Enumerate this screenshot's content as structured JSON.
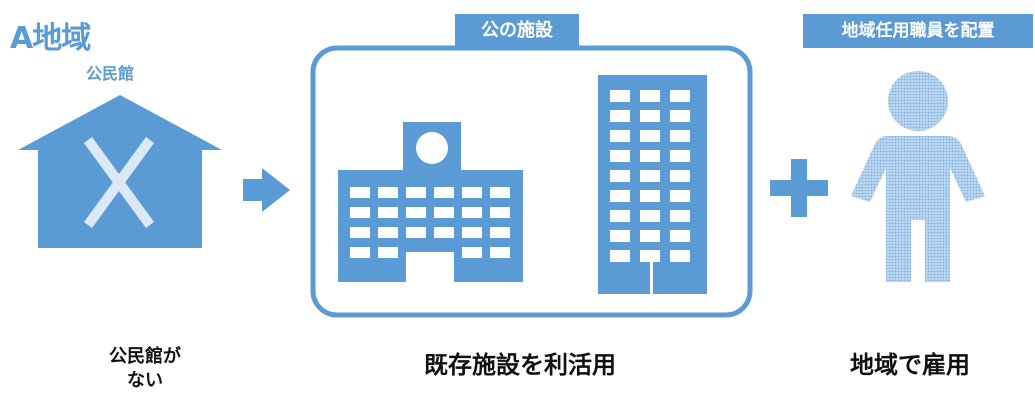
{
  "region": {
    "title": "A地域"
  },
  "house": {
    "label": "公民館"
  },
  "facility": {
    "tag": "公の施設"
  },
  "staff": {
    "tag": "地域任用職員を配置"
  },
  "captions": {
    "left_line1": "公民館が",
    "left_line2": "ない",
    "middle": "既存施設を利活用",
    "right": "地域で雇用"
  },
  "colors": {
    "accent": "#5b9bd5",
    "light": "#a8c8ea",
    "window": "#ffffff"
  },
  "icons": [
    "house-icon",
    "cross-icon",
    "arrow-right-icon",
    "school-building-icon",
    "office-building-icon",
    "plus-icon",
    "person-icon"
  ]
}
